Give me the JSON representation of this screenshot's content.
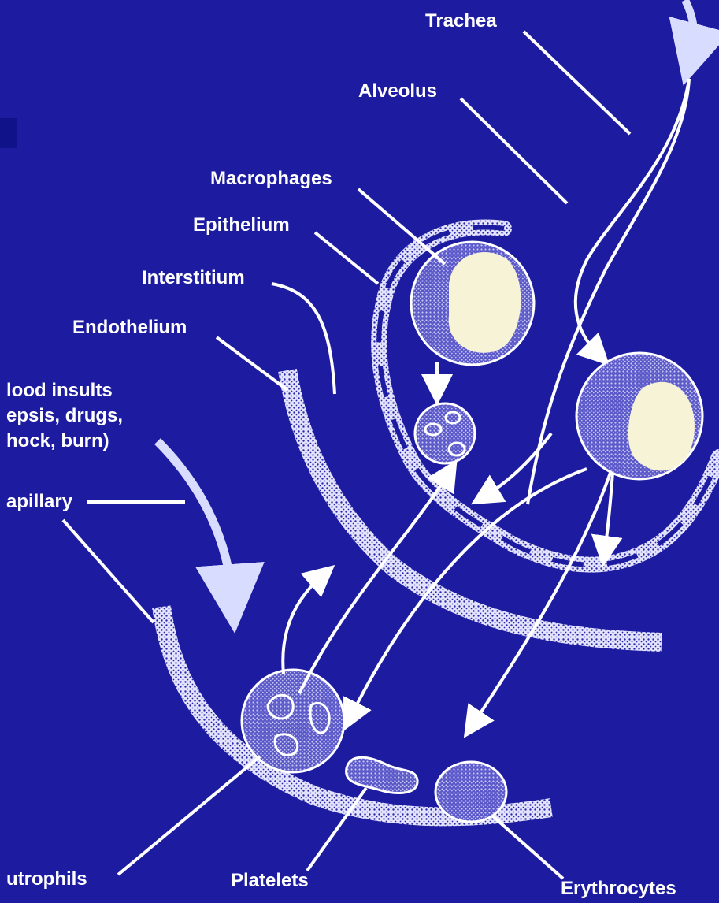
{
  "labels": {
    "trachea": "Trachea",
    "alveolus": "Alveolus",
    "macrophages": "Macrophages",
    "epithelium": "Epithelium",
    "interstitium": "Interstitium",
    "endothelium": "Endothelium",
    "blood_insults_line1": "lood insults",
    "blood_insults_line2": "epsis, drugs,",
    "blood_insults_line3": "hock, burn)",
    "capillary": "apillary",
    "neutrophils": "utrophils",
    "platelets": "Platelets",
    "erythrocytes": "Erythrocytes"
  },
  "colors": {
    "background": "#1d1ca0",
    "ink": "#ffffff",
    "nucleus": "#f6f3d6"
  }
}
